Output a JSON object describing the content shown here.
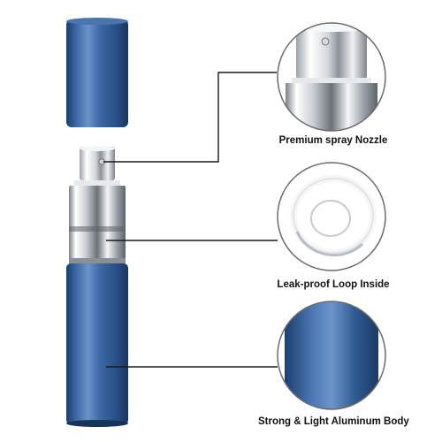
{
  "captions": {
    "spray_nozzle": "Premium spray Nozzle",
    "leak_proof_loop": "Leak-proof Loop Inside",
    "aluminum_body": "Strong & Light Aluminum Body"
  },
  "colors": {
    "body_blue": "#2f5a93",
    "body_blue_dark": "#1d3f6e",
    "body_blue_light": "#5f88c0",
    "silver": "#d9dde2",
    "callout_line": "#1a1a1a",
    "circle_outline": "#6b6b6b",
    "background": "#ffffff"
  },
  "icons": {
    "product": "perfume-atomizer-bottle",
    "cap": "bottle-cap",
    "nozzle_detail": "spray-nozzle-closeup",
    "ring_detail": "white-sealing-ring",
    "body_detail": "blue-aluminum-body-closeup"
  }
}
